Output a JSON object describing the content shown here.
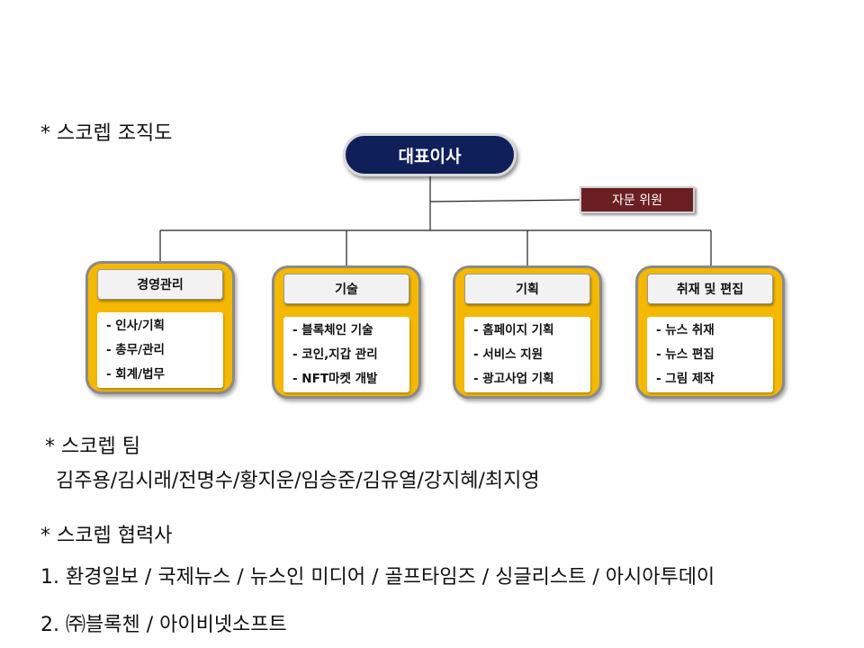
{
  "headings": {
    "org_chart": "* 스코렙 조직도",
    "team": "* 스코렙 팀",
    "partners": "* 스코렙 협력사"
  },
  "org": {
    "ceo": "대표이사",
    "advisor": "자문 위원",
    "departments": [
      {
        "title": "경영관리",
        "items": [
          "- 인사/기획",
          "- 총무/관리",
          "- 회계/법무"
        ]
      },
      {
        "title": "기술",
        "items": [
          "- 블록체인 기술",
          "- 코인,지갑 관리",
          "- NFT마켓 개발"
        ]
      },
      {
        "title": "기획",
        "items": [
          "- 홈페이지 기획",
          "- 서비스 지원",
          "- 광고사업 기획"
        ]
      },
      {
        "title": "취재 및 편집",
        "items": [
          "- 뉴스 취재",
          "- 뉴스 편집",
          "- 그림 제작"
        ]
      }
    ]
  },
  "team_members": "김주용/김시래/전명수/황지운/임승준/김유열/강지혜/최지영",
  "partners": [
    "1. 환경일보 / 국제뉴스 / 뉴스인 미디어 / 골프타임즈 / 싱글리스트 / 아시아투데이",
    "2. ㈜블록첸 / 아이비넷소프트"
  ]
}
